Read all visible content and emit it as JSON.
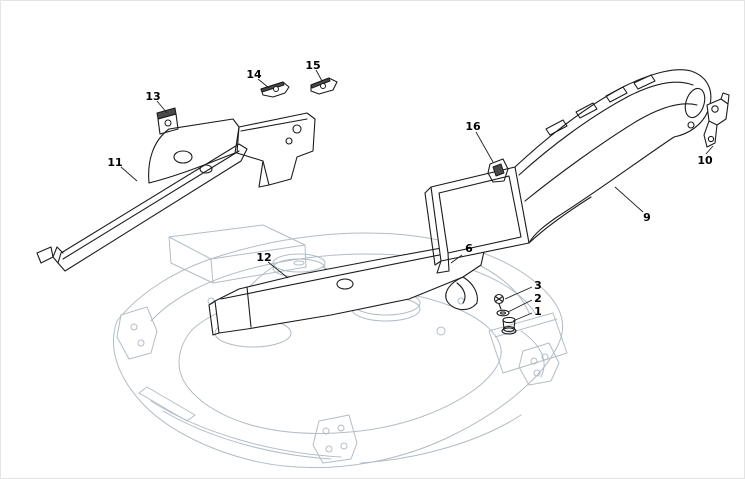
{
  "diagram": {
    "colors": {
      "part_outline": "#1c1c1c",
      "reference_outline": "#b2bdc6",
      "accent_dark": "#4a4a4a",
      "label_text": "#000000",
      "background": "#ffffff"
    },
    "callouts": [
      {
        "label": "1"
      },
      {
        "label": "2"
      },
      {
        "label": "3"
      },
      {
        "label": "6"
      },
      {
        "label": "9"
      },
      {
        "label": "10"
      },
      {
        "label": "11"
      },
      {
        "label": "12"
      },
      {
        "label": "13"
      },
      {
        "label": "14"
      },
      {
        "label": "15"
      },
      {
        "label": "16"
      }
    ]
  }
}
